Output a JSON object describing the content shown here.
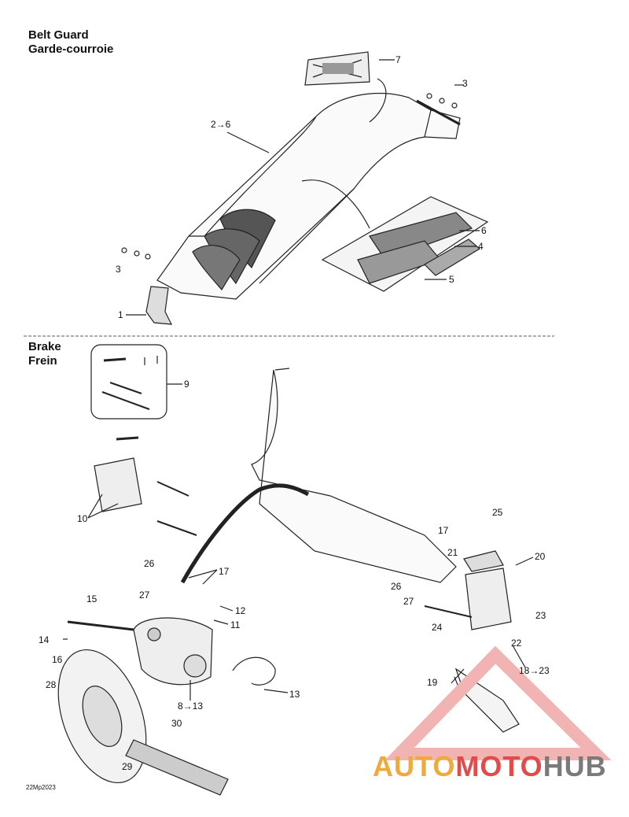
{
  "sections": {
    "belt_guard": {
      "title_en": "Belt Guard",
      "title_fr": "Garde-courroie"
    },
    "brake": {
      "title_en": "Brake",
      "title_fr": "Frein"
    }
  },
  "callouts": {
    "c1": "1",
    "c2_6": "2→6",
    "c3a": "3",
    "c3b": "3",
    "c4": "4",
    "c5": "5",
    "c6": "6",
    "c7": "7",
    "c8_13": "8→13",
    "c9": "9",
    "c10": "10",
    "c11": "11",
    "c12": "12",
    "c13": "13",
    "c14": "14",
    "c15": "15",
    "c16": "16",
    "c17a": "17",
    "c17b": "17",
    "c18_23": "18→23",
    "c19": "19",
    "c20": "20",
    "c21": "21",
    "c22": "22",
    "c23": "23",
    "c24": "24",
    "c25": "25",
    "c26a": "26",
    "c26b": "26",
    "c27a": "27",
    "c27b": "27",
    "c28": "28",
    "c29": "29",
    "c30": "30"
  },
  "figure_code": "22Mp2023",
  "watermark": {
    "part1": "AUTO",
    "part2": "MOTO",
    "part3": "HUB",
    "colors": {
      "auto": "#f0a93b",
      "moto": "#e24b4b",
      "hub": "#7a7a7a"
    }
  }
}
